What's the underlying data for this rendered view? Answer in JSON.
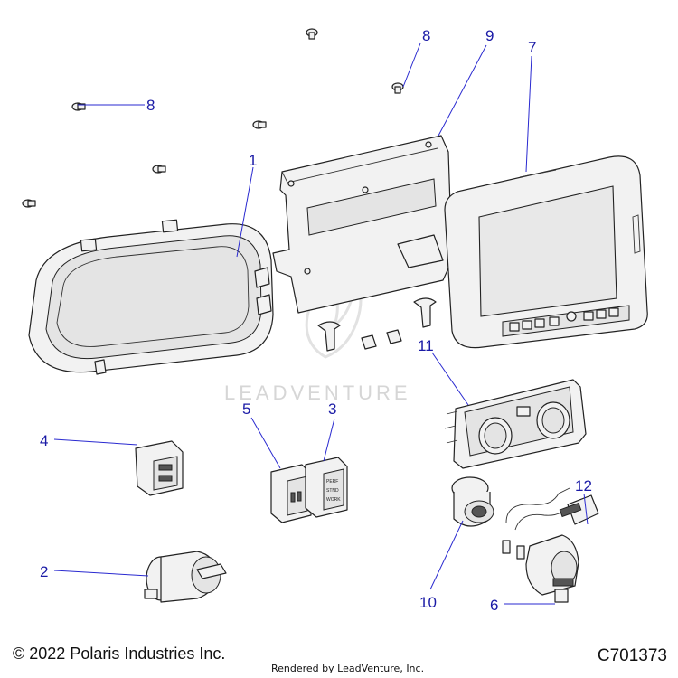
{
  "watermark": "LEADVENTURE",
  "footer": {
    "copyright": "© 2022 Polaris Industries Inc.",
    "rendered_by": "Rendered by LeadVenture, Inc.",
    "diagram_code": "C701373"
  },
  "callouts": {
    "c1": "1",
    "c2": "2",
    "c3": "3",
    "c4": "4",
    "c5": "5",
    "c6": "6",
    "c7": "7",
    "c8a": "8",
    "c8b": "8",
    "c9": "9",
    "c10": "10",
    "c11": "11",
    "c12": "12"
  },
  "switch_labels": {
    "line1": "PERF",
    "line2": "STND",
    "line3": "WORK"
  },
  "colors": {
    "callout": "#1a1aa6",
    "leader": "#2a2ad0"
  }
}
